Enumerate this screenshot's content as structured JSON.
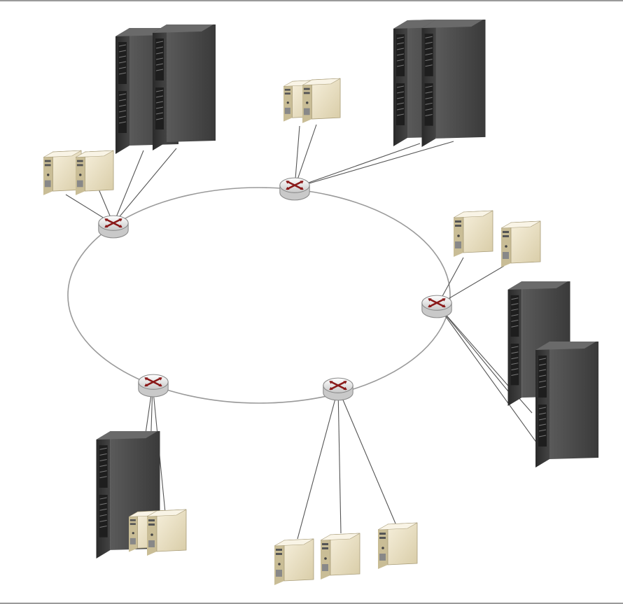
{
  "diagram": {
    "type": "ring-network-topology",
    "ring": {
      "shape": "ellipse"
    },
    "routers": [
      {
        "id": "r-top-left",
        "icon": "router-icon"
      },
      {
        "id": "r-top",
        "icon": "router-icon"
      },
      {
        "id": "r-right",
        "icon": "router-icon"
      },
      {
        "id": "r-bottom-center",
        "icon": "router-icon"
      },
      {
        "id": "r-bottom-left",
        "icon": "router-icon"
      }
    ],
    "device_groups": [
      {
        "router": "r-top-left",
        "rack_servers": 2,
        "tower_servers": 2
      },
      {
        "router": "r-top",
        "rack_servers": 2,
        "tower_servers": 2
      },
      {
        "router": "r-right",
        "rack_servers": 2,
        "tower_servers": 2
      },
      {
        "router": "r-bottom-center",
        "rack_servers": 0,
        "tower_servers": 3
      },
      {
        "router": "r-bottom-left",
        "rack_servers": 1,
        "tower_servers": 2
      }
    ],
    "colors": {
      "ring": "#9a9a9a",
      "link": "#555555",
      "rack_front": "#4a4a4a",
      "rack_side": "#2e2e2e",
      "tower_body": "#ece3c9",
      "router_arrows": "#8a1a1a"
    }
  }
}
